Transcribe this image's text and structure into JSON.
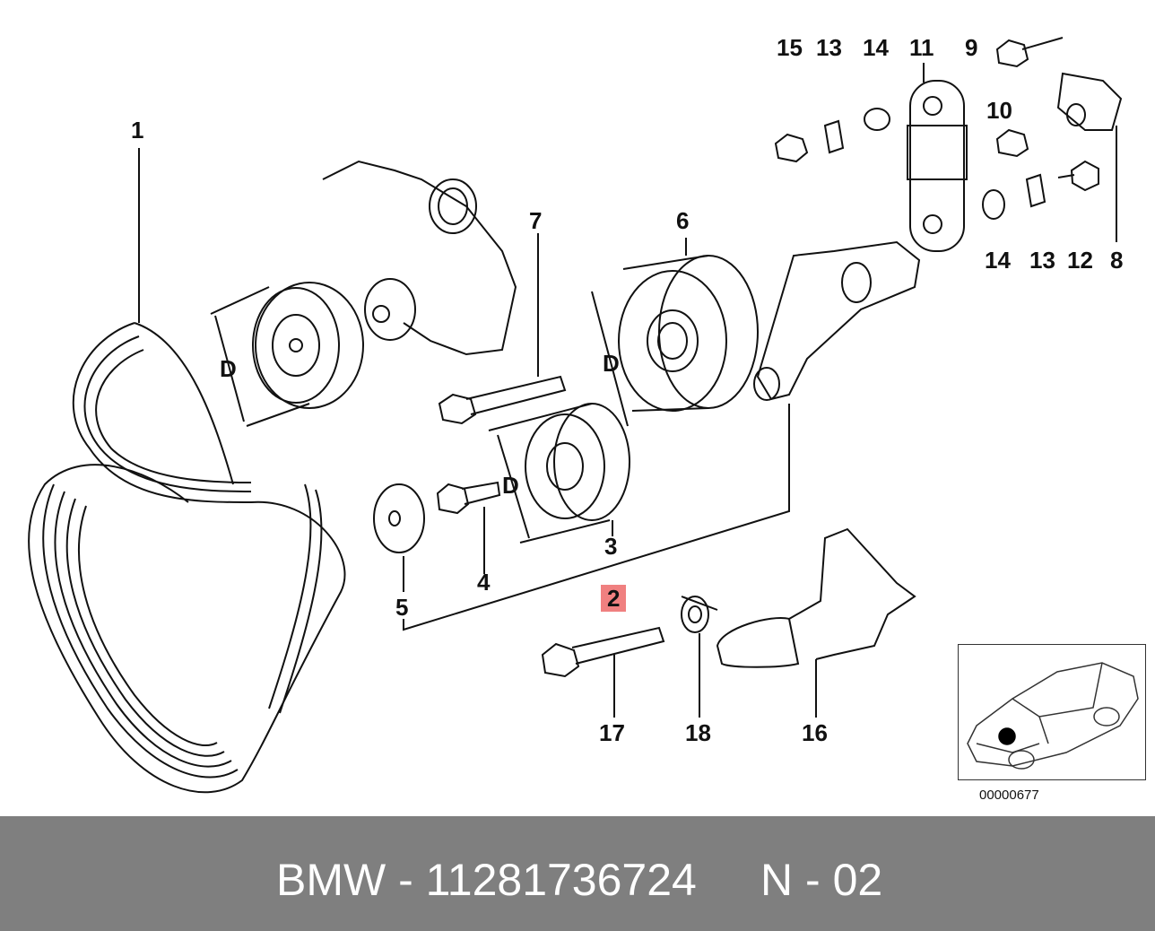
{
  "footer": {
    "brand": "BMW",
    "separator": "-",
    "part_number": "11281736724",
    "variant_prefix": "N",
    "variant_number": "02"
  },
  "parts": {
    "p1": "1",
    "p2": "2",
    "p3": "3",
    "p4": "4",
    "p5": "5",
    "p6": "6",
    "p7": "7",
    "p8": "8",
    "p9": "9",
    "p10": "10",
    "p11": "11",
    "p12": "12",
    "p13_top": "13",
    "p13_bottom": "13",
    "p14_top": "14",
    "p14_bottom": "14",
    "p15": "15",
    "p16": "16",
    "p17": "17",
    "p18": "18"
  },
  "dimension_labels": {
    "d_crank": "D",
    "d_large_pulley": "D",
    "d_small_pulley": "D"
  },
  "highlight_color": "#f08080",
  "inset": {
    "code": "00000677"
  }
}
